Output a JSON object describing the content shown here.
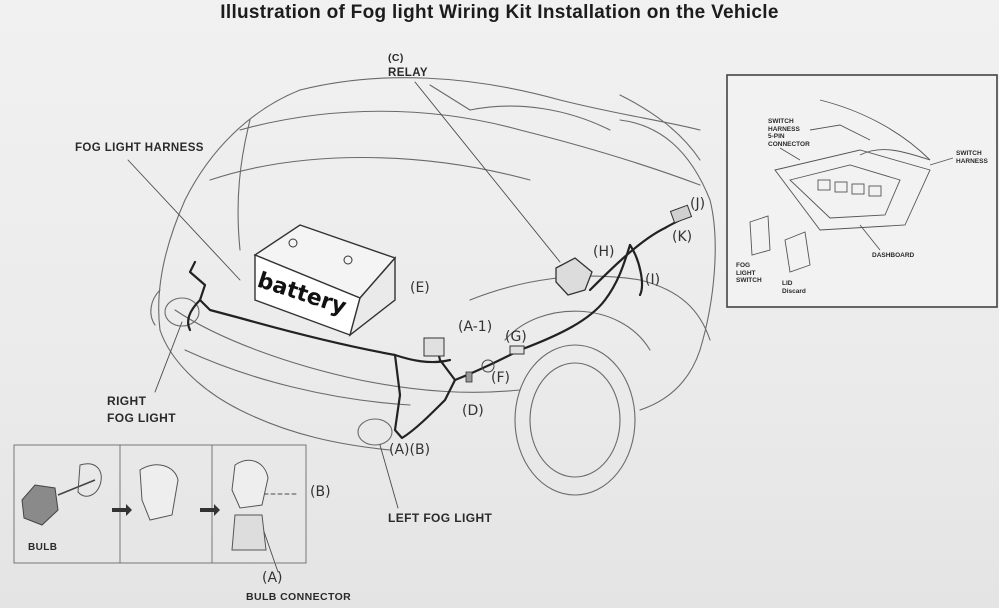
{
  "title": "Illustration of Fog light Wiring Kit Installation on the Vehicle",
  "labels": {
    "relay_code": "(C)",
    "relay": "RELAY",
    "fog_light_harness": "FOG LIGHT HARNESS",
    "right_fog_light_1": "RIGHT",
    "right_fog_light_2": "FOG LIGHT",
    "left_fog_light": "LEFT  FOG LIGHT",
    "battery": "battery",
    "bulb": "BULB",
    "bulb_connector_code": "(A)",
    "bulb_connector": "BULB CONNECTOR",
    "b_tag": "(B)",
    "a_b": "(A)(B)",
    "a1": "(A-1)",
    "d": "(D)",
    "e": "(E)",
    "f": "(F)",
    "g": "(G)",
    "h": "(H)",
    "i": "(I)",
    "j": "(J)",
    "k": "(K)"
  },
  "inset": {
    "switch_harness_connector": [
      "SWITCH",
      "HARNESS",
      "5-PIN",
      "CONNECTOR"
    ],
    "switch_harness": [
      "SWITCH",
      "HARNESS"
    ],
    "dashboard": "DASHBOARD",
    "fog_light_switch": [
      "FOG",
      "LIGHT",
      "SWITCH"
    ],
    "lid": [
      "LID",
      "Discard"
    ]
  },
  "colors": {
    "paper": "#ececec",
    "line": "#555555",
    "wire": "#222222"
  }
}
